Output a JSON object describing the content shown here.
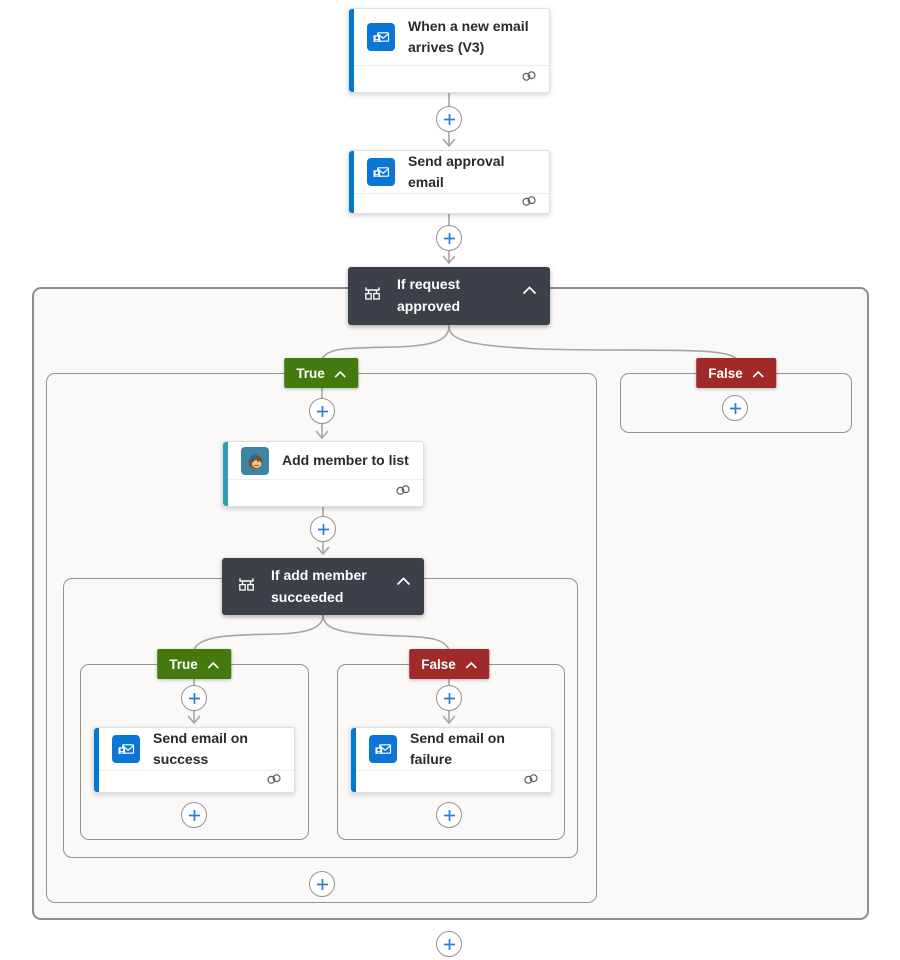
{
  "app": "flow-designer",
  "nodes": {
    "trigger": {
      "title": "When a new email arrives (V3)",
      "icon": "outlook-icon"
    },
    "send_approval": {
      "title": "Send approval email",
      "icon": "outlook-icon"
    },
    "if_request": {
      "title": "If request approved",
      "icon": "condition-icon"
    },
    "add_member": {
      "title": "Add member to list",
      "icon": "mailchimp-icon"
    },
    "if_add_member": {
      "title": "If add member succeeded",
      "icon": "condition-icon"
    },
    "send_success": {
      "title": "Send email on success",
      "icon": "outlook-icon"
    },
    "send_failure": {
      "title": "Send email on failure",
      "icon": "outlook-icon"
    }
  },
  "branches": {
    "outer_true": "True",
    "outer_false": "False",
    "inner_true": "True",
    "inner_false": "False"
  },
  "colors": {
    "outlook_blue": "#0078d4",
    "mailchimp_teal": "#2f9db4",
    "condition_dark": "#3b4049",
    "true_green": "#437a0e",
    "false_red": "#9f2a28",
    "plus_blue": "#2b7cd3",
    "connector_gray": "#a8a6a4",
    "scope_bg": "#faf9f8",
    "scope_border": "#8f8d8b"
  }
}
